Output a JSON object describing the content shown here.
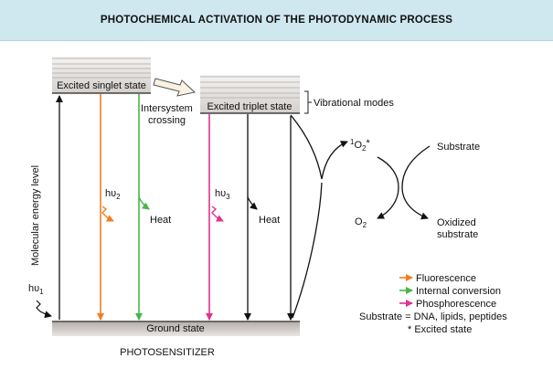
{
  "title": "PHOTOCHEMICAL ACTIVATION OF THE PHOTODYNAMIC PROCESS",
  "states": {
    "excited_singlet": "Excited singlet state",
    "excited_triplet": "Excited triplet state",
    "ground": "Ground state",
    "vibrational_modes": "Vibrational modes",
    "intersystem_line1": "Intersystem",
    "intersystem_line2": "crossing"
  },
  "axis_label": "Molecular energy level",
  "photosensitizer": "PHOTOSENSITIZER",
  "photons": {
    "hv1_main": "hυ",
    "hv1_sub": "1",
    "hv2_main": "hυ",
    "hv2_sub": "2",
    "hv3_main": "hυ",
    "hv3_sub": "3"
  },
  "heat_labels": [
    "Heat",
    "Heat"
  ],
  "oxygen": {
    "singlet_sup": "1",
    "singlet_main": "O",
    "singlet_sub": "2",
    "singlet_star": "*",
    "triplet_main": "O",
    "triplet_sub": "2"
  },
  "substrate": "Substrate",
  "oxidized_line1": "Oxidized",
  "oxidized_line2": "substrate",
  "legend": {
    "fluorescence": "Fluorescence",
    "internal_conversion": "Internal conversion",
    "phosphorescence": "Phosphorescence",
    "substrate_def": "Substrate = DNA, lipids, peptides",
    "excited_state": "* Excited state"
  },
  "colors": {
    "fluorescence": "#f47c20",
    "internal_conversion": "#46b648",
    "phosphorescence": "#e2318c",
    "header_bg": "#cfe7ef"
  }
}
